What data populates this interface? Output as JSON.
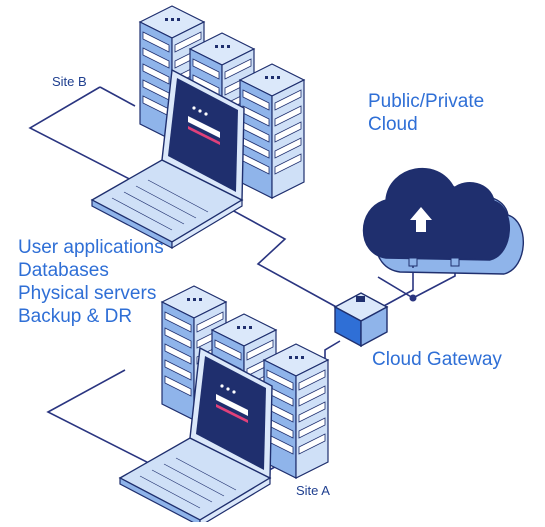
{
  "labels": {
    "site_b": "Site B",
    "site_a": "Site A",
    "cloud_title_1": "Public/Private",
    "cloud_title_2": "Cloud",
    "gateway": "Cloud Gateway",
    "workloads": [
      "User applications",
      "Databases",
      "Physical servers",
      "Backup & DR"
    ]
  },
  "colors": {
    "navy": "#1f2f6e",
    "line": "#2a3580",
    "accent": "#2f6fd6",
    "light": "#cfe0f7",
    "mid": "#8fb4ea",
    "pink": "#e0407a"
  },
  "icons": [
    "server-rack-icon",
    "laptop-icon",
    "cloud-upload-icon",
    "gateway-cube-icon"
  ]
}
